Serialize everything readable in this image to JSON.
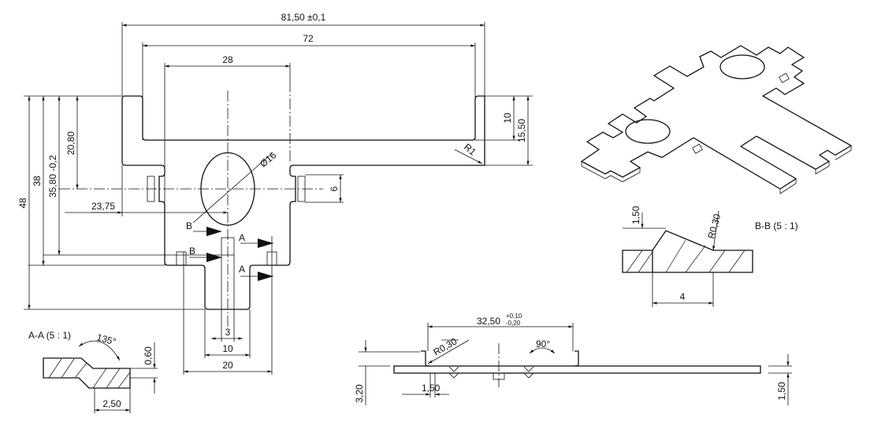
{
  "drawing": {
    "main_view": {
      "dim_overall_width": "81,50 ±0,1",
      "dim_inner_slot": "72",
      "dim_body_width": "28",
      "dim_hole": "Ø16",
      "dim_radius": "R1",
      "dim_flange_10": "10",
      "dim_flange_15": "15,50",
      "dim_tab_6": "6",
      "dim_height_48": "48",
      "dim_height_38": "38",
      "dim_height_35": "35,80 -0,2",
      "dim_height_20": "20,80",
      "dim_offset_23": "23,75",
      "dim_bottom_3": "3",
      "dim_bottom_10": "10",
      "dim_bottom_20": "20",
      "section_mark_a": "A",
      "section_mark_b": "B"
    },
    "section_aa": {
      "title": "A-A  (5 : 1)",
      "angle": "135°",
      "dim_thickness": "0,60",
      "dim_width": "2,50"
    },
    "section_bb": {
      "title": "B-B  (5 : 1)",
      "dim_height": "1,50",
      "dim_radius": "R0,30",
      "dim_width": "4"
    },
    "side_view": {
      "dim_span": "32,50",
      "tol_upper": "+0,10",
      "tol_lower": "-0,20",
      "dim_radius": "R0,30",
      "angle": "90°",
      "dim_height": "3,20",
      "dim_notch": "1,50",
      "dim_thickness": "1,50"
    }
  }
}
